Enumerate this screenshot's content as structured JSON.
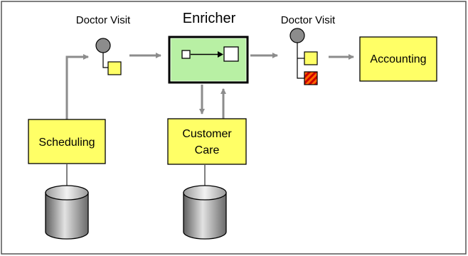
{
  "labels": {
    "doctor_visit_left": "Doctor Visit",
    "enricher_title": "Enricher",
    "doctor_visit_right": "Doctor Visit",
    "scheduling": "Scheduling",
    "customer_care_line1": "Customer",
    "customer_care_line2": "Care",
    "accounting": "Accounting"
  },
  "colors": {
    "component_fill": "#ffff66",
    "enricher_fill": "#b8f0a4",
    "arrow": "#8c8c8c",
    "border": "#000000",
    "message_header": "#8c8c8c",
    "enriched_field_fill": "#ff6600",
    "enriched_field_stripe": "#cc0000"
  }
}
